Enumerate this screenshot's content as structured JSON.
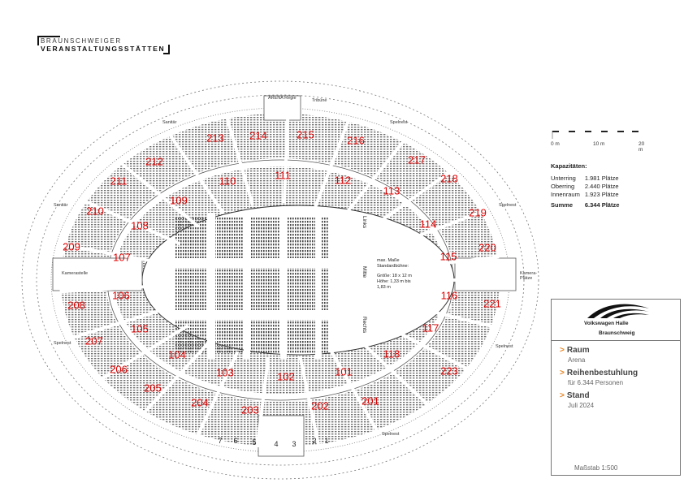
{
  "logo": {
    "line1": "BRAUNSCHWEIGER",
    "line2": "VERANSTALTUNGSSTÄTTEN"
  },
  "scale_bar": {
    "labels": [
      "0 m",
      "10 m",
      "20 m"
    ]
  },
  "capacities": {
    "title": "Kapazitäten:",
    "rows": [
      {
        "name": "Unterring",
        "value": "1.981 Plätze"
      },
      {
        "name": "Oberring",
        "value": "2.440 Plätze"
      },
      {
        "name": "Innenraum",
        "value": "1.923 Plätze"
      }
    ],
    "sum": {
      "name": "Summe",
      "value": "6.344 Plätze"
    }
  },
  "info_box": {
    "brand_line1": "Volkswagen Halle",
    "brand_line2": "Braunschweig",
    "room_label": "Raum",
    "room_value": "Arena",
    "seating_label": "Reihenbestuhlung",
    "seating_value": "für 6.344 Personen",
    "status_label": "Stand",
    "status_value": "Juli 2024",
    "scale": "Maßstab 1:500",
    "accent_color": "#e8821e"
  },
  "stage": {
    "line1": "max. Maße",
    "line2": "Standardbühne:",
    "line3": "Größe: 18 x 12 m",
    "line4": "Höhe: 1,33 m bis",
    "line5": "1,83 m"
  },
  "floor_blocks": {
    "left": "Links",
    "center": "Mitte",
    "right": "Rechts"
  },
  "annotations": {
    "arena_top": "ARENA Regie",
    "top_right": "Tribüne",
    "camera_right": "Kamera-Plätze",
    "camera_left": "Kamerastelle",
    "sanitary": "Sanitär",
    "spot": "Spelnest"
  },
  "section_color": "#e00000",
  "upper_sections": [
    "213",
    "214",
    "215",
    "216",
    "217",
    "218",
    "219",
    "220",
    "221",
    "223",
    "201",
    "202",
    "203",
    "204",
    "205",
    "206",
    "207",
    "208",
    "209",
    "210",
    "211",
    "212"
  ],
  "lower_sections": [
    "110",
    "111",
    "112",
    "113",
    "114",
    "115",
    "116",
    "117",
    "118",
    "101",
    "102",
    "103",
    "104",
    "105",
    "106",
    "107",
    "108",
    "109"
  ],
  "entrance_blocks": [
    "7",
    "6",
    "5",
    "4",
    "3",
    "2",
    "1"
  ]
}
